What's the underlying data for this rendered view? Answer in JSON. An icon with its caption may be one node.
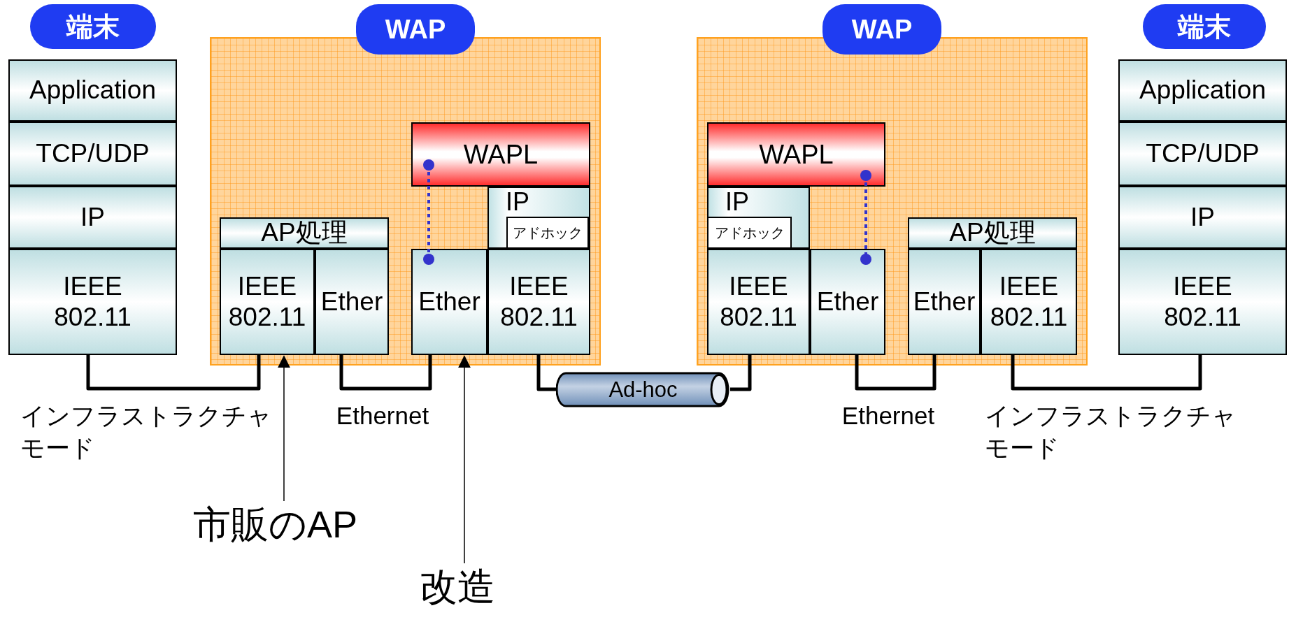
{
  "diagram": {
    "nodes": [
      {
        "text": [
          "端末"
        ]
      },
      {
        "text": [
          "Application"
        ]
      },
      {
        "text": [
          "TCP/UDP"
        ]
      },
      {
        "text": [
          "IP"
        ]
      },
      {
        "text": [
          "IEEE 802.11"
        ]
      },
      {
        "text": [
          "WAP"
        ]
      },
      {
        "text": [],
        "shape": "box"
      },
      {
        "text": [
          "WAPL"
        ],
        "in": 6
      },
      {
        "text": [
          "IP"
        ],
        "in": 6
      },
      {
        "text": [
          "アドホック"
        ],
        "in": 8
      },
      {
        "text": [
          "AP処理"
        ],
        "in": 6
      },
      {
        "text": [
          "IEEE 802.11"
        ],
        "in": 6
      },
      {
        "text": [
          "Ether"
        ],
        "in": 6
      },
      {
        "text": [
          "Ether"
        ],
        "in": 6
      },
      {
        "text": [
          "IEEE 802.11"
        ],
        "in": 6
      },
      {
        "text": [
          "WAP"
        ]
      },
      {
        "text": [],
        "shape": "box"
      },
      {
        "text": [
          "WAPL"
        ],
        "in": 16
      },
      {
        "text": [
          "IP"
        ],
        "in": 16
      },
      {
        "text": [
          "アドホック"
        ],
        "in": 18
      },
      {
        "text": [
          "AP処理"
        ],
        "in": 16
      },
      {
        "text": [
          "IEEE 802.11"
        ],
        "in": 16
      },
      {
        "text": [
          "Ether"
        ],
        "in": 16
      },
      {
        "text": [
          "Ether"
        ],
        "in": 16
      },
      {
        "text": [
          "IEEE 802.11"
        ],
        "in": 16
      },
      {
        "text": [
          "端末"
        ]
      },
      {
        "text": [
          "Application"
        ]
      },
      {
        "text": [
          "TCP/UDP"
        ]
      },
      {
        "text": [
          "IP"
        ]
      },
      {
        "text": [
          "IEEE 802.11"
        ]
      },
      {
        "text": [
          "Ad-hoc"
        ]
      },
      {
        "text": [
          "市販のAP"
        ]
      },
      {
        "text": [
          "改造"
        ]
      }
    ],
    "edges": [
      {
        "from": 4,
        "to": 11,
        "arrow": "none",
        "label": "インフラストラクチャモード"
      },
      {
        "from": 12,
        "to": 13,
        "arrow": "none",
        "label": "Ethernet"
      },
      {
        "from": 14,
        "to": 30,
        "arrow": "none"
      },
      {
        "from": 30,
        "to": 21,
        "arrow": "none"
      },
      {
        "from": 22,
        "to": 23,
        "arrow": "none",
        "label": "Ethernet"
      },
      {
        "from": 24,
        "to": 29,
        "arrow": "none",
        "label": "インフラストラクチャモード"
      },
      {
        "from": 7,
        "to": 13,
        "arrow": "other",
        "style": "dashed",
        "color": "#3333cc"
      },
      {
        "from": 17,
        "to": 22,
        "arrow": "other",
        "style": "dashed",
        "color": "#3333cc"
      },
      {
        "from": 31,
        "to": 11,
        "arrow": "to"
      },
      {
        "from": 32,
        "to": 13,
        "arrow": "to"
      }
    ]
  }
}
